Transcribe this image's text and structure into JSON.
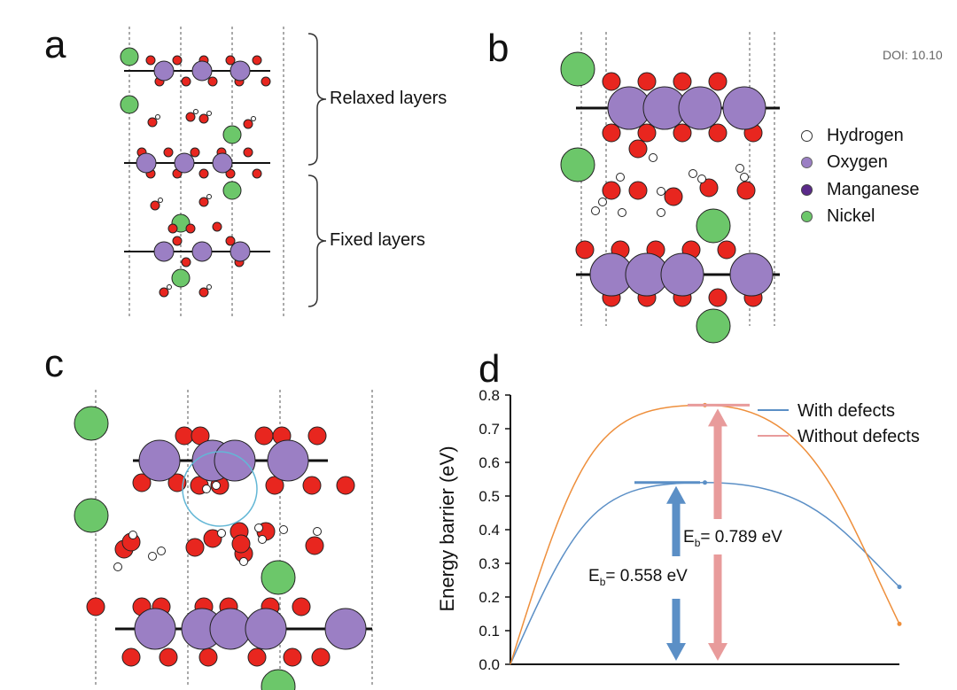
{
  "panel_labels": {
    "a": "a",
    "b": "b",
    "c": "c",
    "d": "d"
  },
  "doi": "DOI: 10.10",
  "brackets": {
    "relaxed": "Relaxed layers",
    "fixed": "Fixed layers"
  },
  "atom_legend": [
    {
      "label": "Hydrogen",
      "color": "#ffffff"
    },
    {
      "label": "Oxygen",
      "color": "#9b7fc4"
    },
    {
      "label": "Manganese",
      "color": "#5b2a8a"
    },
    {
      "label": "Nickel",
      "color": "#6cc76a"
    }
  ],
  "atom_colors": {
    "O_red": "#e8261f",
    "Mn_purple": "#9b7fc4",
    "Ni_green": "#6cc76a",
    "H_white": "#ffffff"
  },
  "chart_data": {
    "type": "line",
    "ylabel": "Energy barrier (eV)",
    "xlabel": "",
    "ylim": [
      0.0,
      0.8
    ],
    "yticks": [
      "0.0",
      "0.1",
      "0.2",
      "0.3",
      "0.4",
      "0.5",
      "0.6",
      "0.7",
      "0.8"
    ],
    "x": [
      0,
      1,
      2
    ],
    "series": [
      {
        "name": "With defects",
        "color": "#5b8fc6",
        "values": [
          0.0,
          0.54,
          0.23
        ]
      },
      {
        "name": "Without defects",
        "color": "#ee8f3c",
        "values": [
          0.0,
          0.77,
          0.12
        ]
      }
    ],
    "annotations": [
      {
        "prefix": "E",
        "sub": "b",
        "text": "= 0.558 eV",
        "color": "#5b8fc6"
      },
      {
        "prefix": "E",
        "sub": "b",
        "text": "= 0.789 eV",
        "color": "#e89b9b"
      }
    ],
    "legend_placement": "top-right",
    "grid": false
  }
}
